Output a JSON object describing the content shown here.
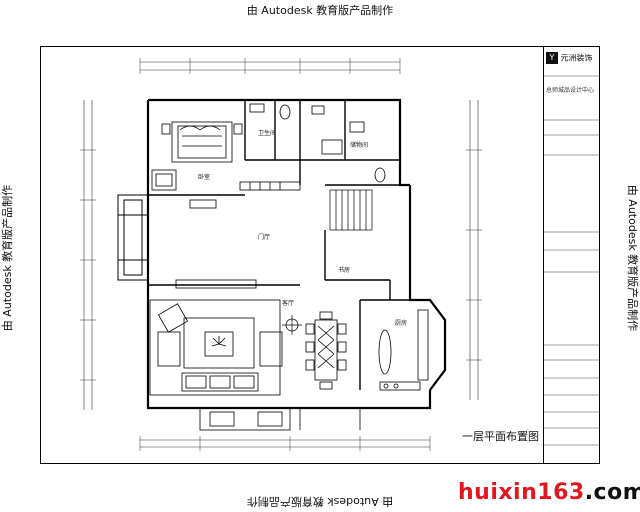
{
  "watermark": {
    "top": "由 Autodesk 教育版产品制作",
    "bottom": "由 Autodesk 教育版产品制作",
    "left": "由 Autodesk 教育版产品制作",
    "right": "由 Autodesk 教育版产品制作"
  },
  "title_block": {
    "company": "元洲装饰",
    "department": "总师城品设计中心",
    "drawing_title": "一层平面布置图"
  },
  "rooms": {
    "bedroom": "卧室",
    "bathroom": "卫生间",
    "storage": "储物间",
    "hall": "门厅",
    "living": "客厅",
    "kitchen": "厨房",
    "study": "书房"
  },
  "site": {
    "domain_prefix": "huixin163",
    "domain_suffix": ".com",
    "prefix_color": "#e0171f",
    "suffix_color": "#111111"
  }
}
